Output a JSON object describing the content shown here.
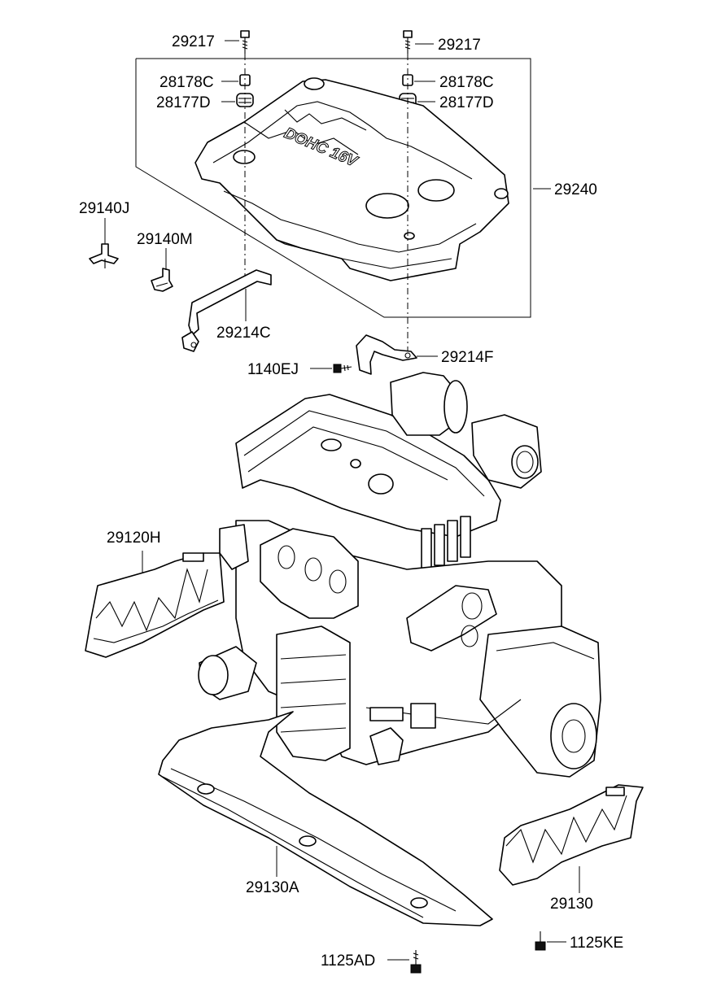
{
  "diagram": {
    "labels": {
      "bolt_left": "29217",
      "bolt_right": "29217",
      "sleeve_left": "28178C",
      "sleeve_right": "28178C",
      "grommet_left": "28177D",
      "grommet_right": "28177D",
      "engine_cover": "29240",
      "cover_text": "DOHC 16V",
      "clip_j": "29140J",
      "clip_m": "29140M",
      "bracket_c": "29214C",
      "bracket_f": "29214F",
      "bolt_ej": "1140EJ",
      "side_cover_h": "29120H",
      "under_cover_a": "29130A",
      "side_cover": "29130",
      "bolt_ke": "1125KE",
      "bolt_ad": "1125AD"
    }
  }
}
